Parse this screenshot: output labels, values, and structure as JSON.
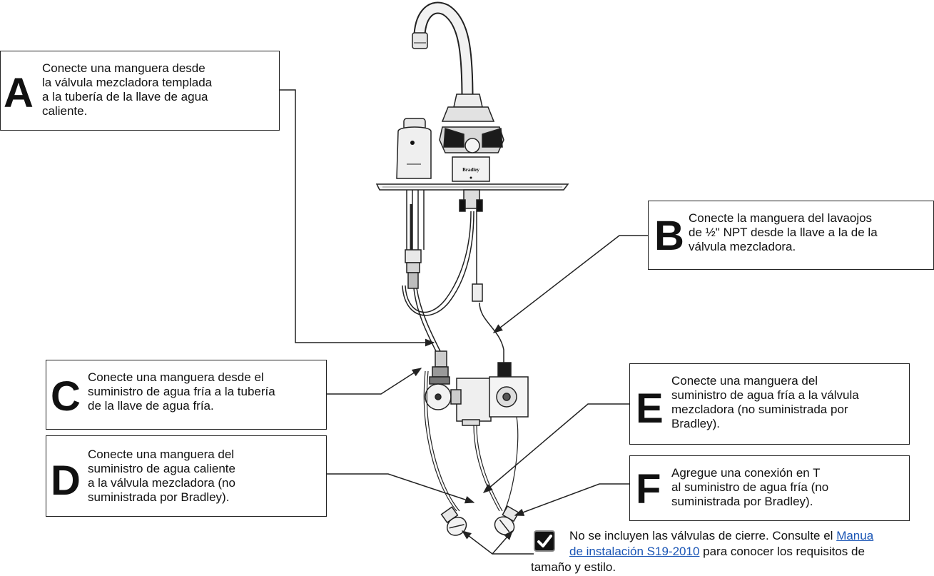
{
  "callouts": {
    "a": {
      "letter": "A",
      "lines": [
        "Conecte una manguera desde",
        "la válvula mezcladora templada",
        "a la tubería de la llave de agua",
        "caliente."
      ]
    },
    "b": {
      "letter": "B",
      "lines": [
        "Conecte la manguera del lavaojos",
        "de ½\" NPT desde la llave a la de la",
        "válvula mezcladora."
      ]
    },
    "c": {
      "letter": "C",
      "lines": [
        "Conecte una manguera desde el",
        "suministro de agua fría a la tubería",
        "de la llave de agua fría."
      ]
    },
    "d": {
      "letter": "D",
      "lines": [
        "Conecte una manguera del",
        "suministro de agua caliente",
        "a la válvula mezcladora (no",
        "suministrada por Bradley)."
      ]
    },
    "e": {
      "letter": "E",
      "lines": [
        "Conecte una manguera del",
        "suministro de agua fría a la válvula",
        "mezcladora (no suministrada por",
        "Bradley)."
      ]
    },
    "f": {
      "letter": "F",
      "lines": [
        "Agregue una conexión en T",
        "al suministro de agua fría (no",
        "suministrada por Bradley)."
      ]
    }
  },
  "note": {
    "text_before": "No se incluyen las válvulas de cierre. Consulte el ",
    "link_part1": "Manua",
    "link_part2": "de instalación S19-2010",
    "text_after": " para conocer los requisitos de",
    "last_line": "tamaño y estilo."
  },
  "device": {
    "brand": "Bradley"
  },
  "colors": {
    "line": "#222222",
    "link": "#1a55b5"
  },
  "icons": {
    "note": "checkmark-icon"
  }
}
